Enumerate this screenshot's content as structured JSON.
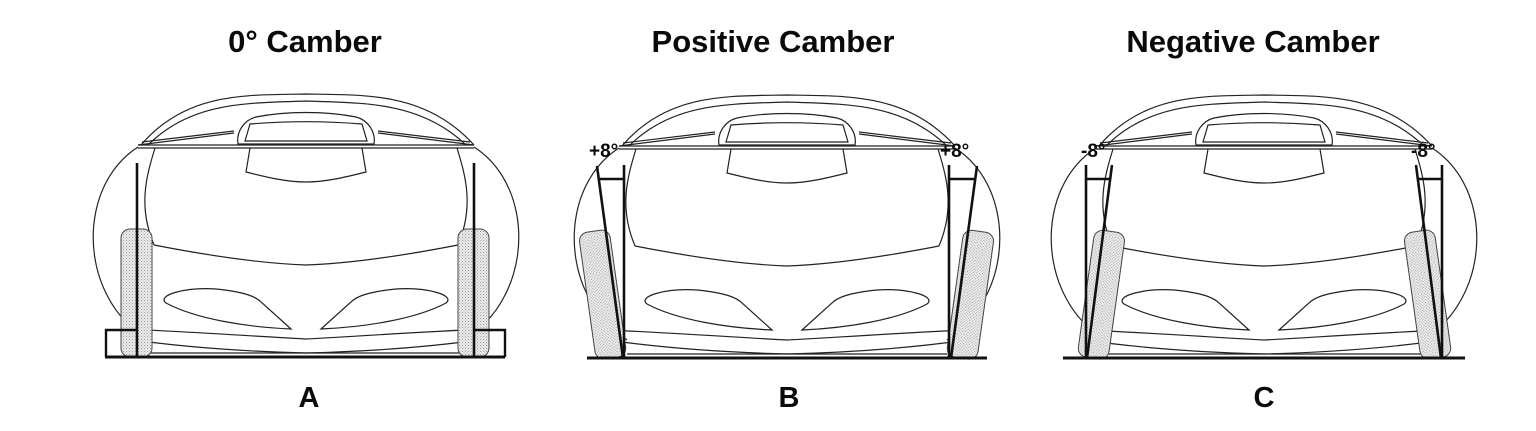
{
  "figure": {
    "description": "Front-view car diagrams illustrating wheel camber angles",
    "colors": {
      "line": "#111111",
      "tire_fill": "#d9d9d9",
      "background": "#ffffff"
    }
  },
  "panels": [
    {
      "id": "A",
      "title": "0° Camber",
      "letter": "A",
      "left_angle": "",
      "right_angle": "",
      "camber_deg": 0
    },
    {
      "id": "B",
      "title": "Positive Camber",
      "letter": "B",
      "left_angle": "+8°",
      "right_angle": "+8°",
      "camber_deg": 8
    },
    {
      "id": "C",
      "title": "Negative Camber",
      "letter": "C",
      "left_angle": "-8°",
      "right_angle": "-8°",
      "camber_deg": -8
    }
  ]
}
